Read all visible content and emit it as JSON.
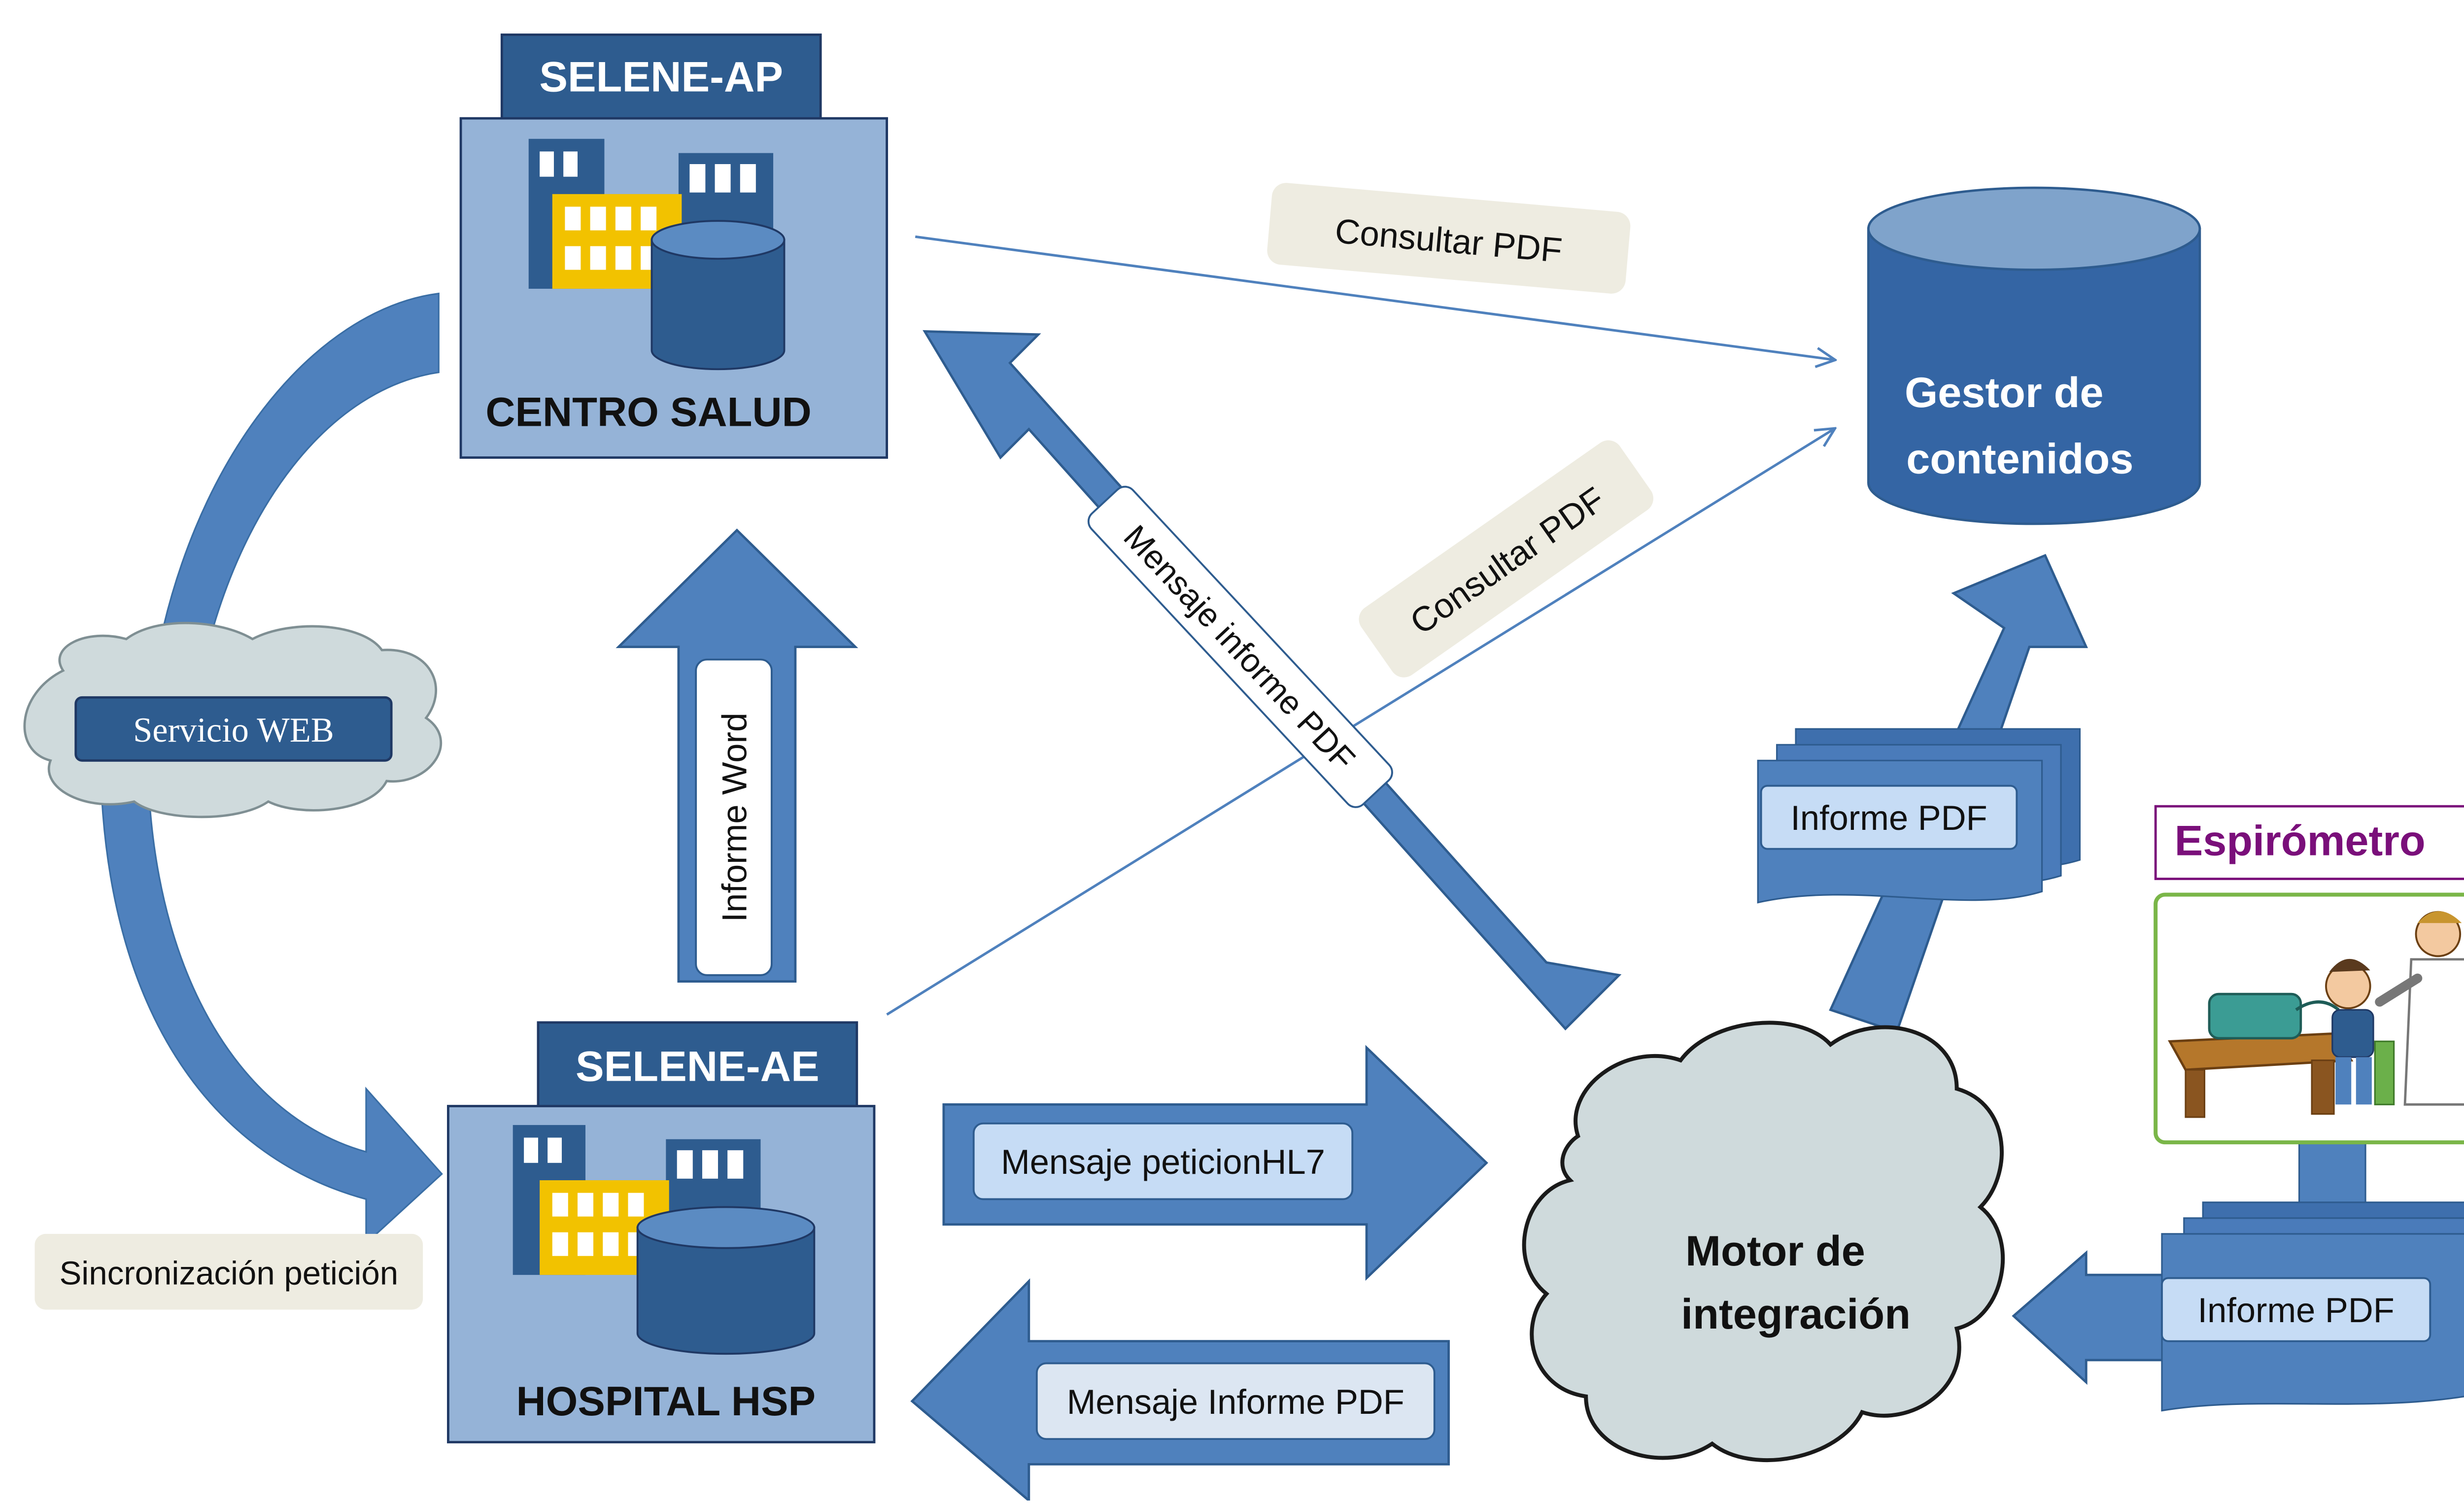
{
  "colors": {
    "blue": "#4F81BD",
    "blue_dark": "#2E5C8F",
    "blue_light_box": "#95B3D7",
    "navy": "#1F3864",
    "note_bg": "#EEECE1",
    "cloud_fill": "#CFDADC",
    "pdf_label_bg": "#C6DCF5",
    "yellow": "#F2C200",
    "purple": "#7A0F7A",
    "green_border": "#7AB648"
  },
  "nodes": {
    "selene_ap": "SELENE-AP",
    "centro_salud": "CENTRO SALUD",
    "selene_ae": "SELENE-AE",
    "hospital": "HOSPITAL HSP",
    "gestor_line1": "Gestor de",
    "gestor_line2": "contenidos",
    "motor_line1": "Motor de",
    "motor_line2": "integración",
    "servicio_web": "Servicio WEB",
    "espirometro": "Espirómetro"
  },
  "labels": {
    "consultar_pdf_top": "Consultar PDF",
    "consultar_pdf_diag": "Consultar PDF",
    "mensaje_informe_pdf_diag": "Mensaje informe PDF",
    "informe_word": "Informe Word",
    "informe_pdf_upper": "Informe PDF",
    "informe_pdf_lower": "Informe PDF",
    "mensaje_peticion": "Mensaje peticionHL7",
    "mensaje_informe_pdf_bottom": "Mensaje Informe PDF",
    "sincronizacion": "Sincronización petición"
  },
  "icons": {
    "building_ap": "building-icon",
    "database_ap": "database-icon",
    "building_ae": "building-icon",
    "database_ae": "database-icon",
    "spirometry_illustration": "spirometry-illustration"
  }
}
